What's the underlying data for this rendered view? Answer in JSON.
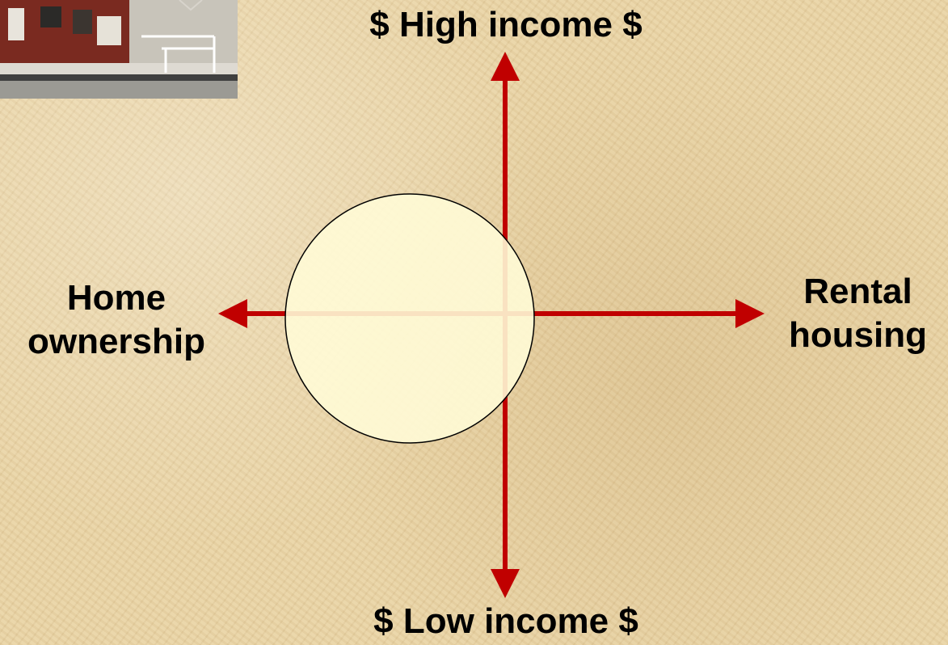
{
  "axes": {
    "top": "$ High income $",
    "bottom": "$ Low income $",
    "left": [
      "Home",
      "ownership"
    ],
    "right": [
      "Rental",
      "housing"
    ]
  },
  "colors": {
    "arrow": "#c00000",
    "circle_fill": "#fffbd6",
    "circle_stroke": "#000000",
    "background": "#e9d4a6"
  },
  "icons": {
    "corner_image": "house-photo"
  }
}
